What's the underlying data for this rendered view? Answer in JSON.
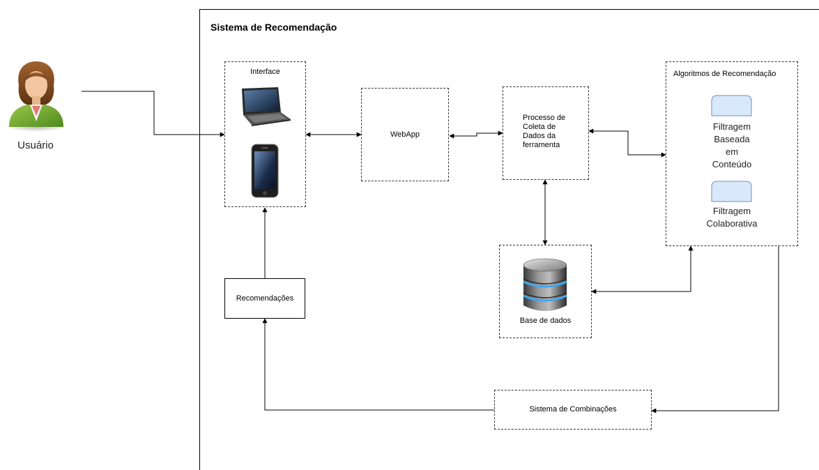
{
  "system": {
    "title": "Sistema de Recomendação"
  },
  "user": {
    "label": "Usuário",
    "icon": "user-avatar-icon"
  },
  "interface": {
    "title": "Interface",
    "icons": [
      "laptop-icon",
      "smartphone-icon"
    ]
  },
  "webapp": {
    "label": "WebApp"
  },
  "coleta": {
    "label": "Processo de Coleta de Dados da ferramenta"
  },
  "algoritmos": {
    "title": "Algoritmos de Recomendação",
    "items": [
      {
        "label": "Filtragem Baseada em Conteúdo"
      },
      {
        "label": "Filtragem Colaborativa"
      }
    ]
  },
  "base": {
    "label": "Base de dados",
    "icon": "database-icon"
  },
  "recomendacoes": {
    "label": "Recomendações"
  },
  "combinacoes": {
    "label": "Sistema de Combinações"
  },
  "colors": {
    "line": "#000000",
    "doc_fill": "#dae8fc",
    "doc_stroke": "#6c8ebf"
  }
}
